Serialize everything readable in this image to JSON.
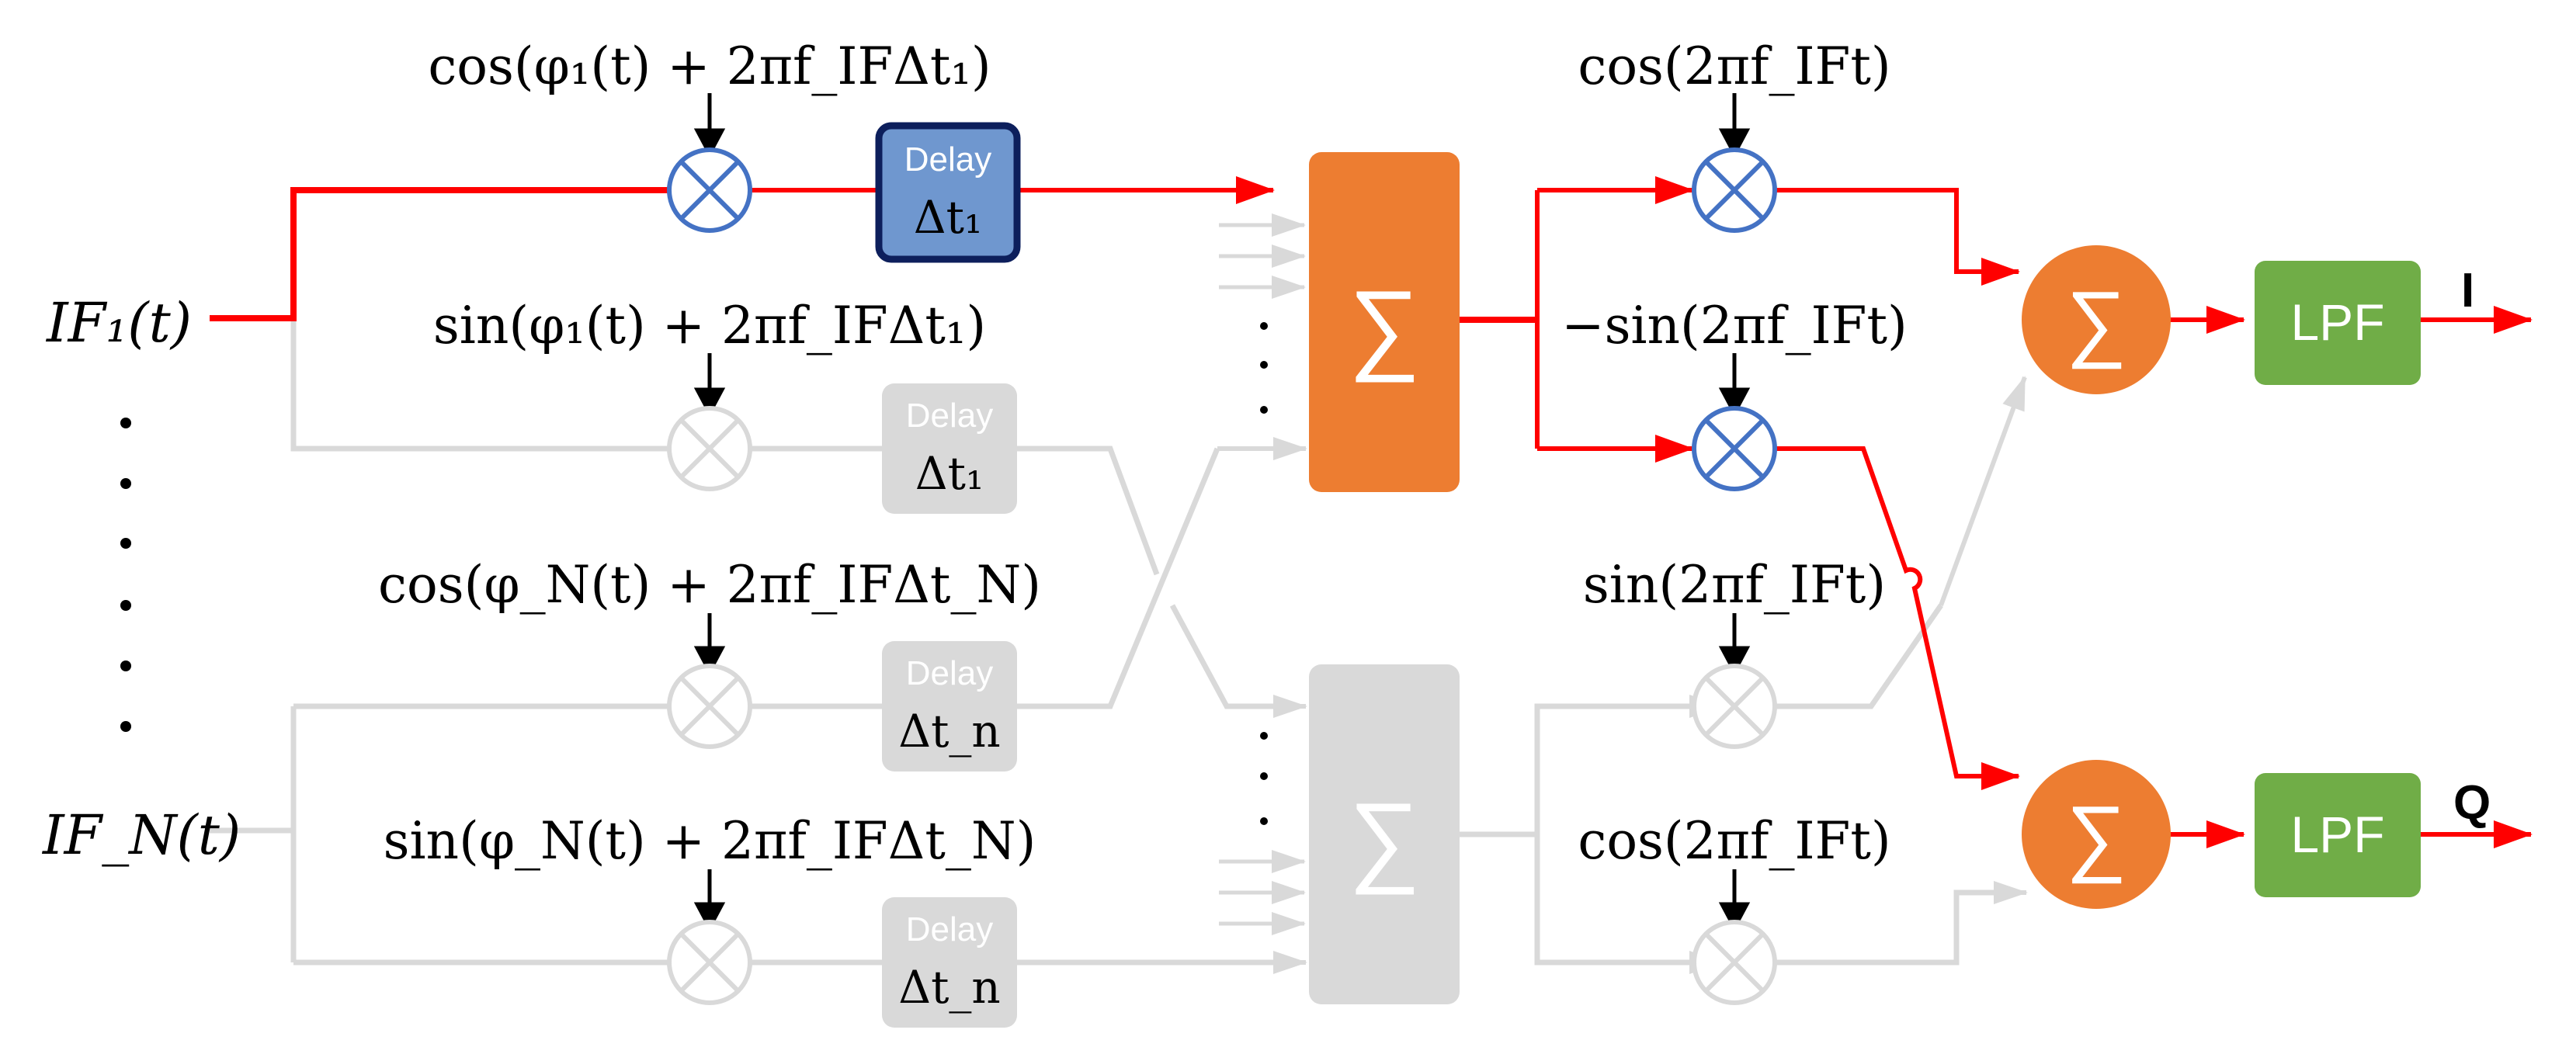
{
  "inputs": {
    "if1": "IF₁(t)",
    "ifn": "IF_N(t)"
  },
  "mixer_labels": {
    "cos1": "cos(φ₁(t) + 2πf_IFΔt₁)",
    "sin1": "sin(φ₁(t) + 2πf_IFΔt₁)",
    "cosN": "cos(φ_N(t) + 2πf_IFΔt_N)",
    "sinN": "sin(φ_N(t) + 2πf_IFΔt_N)"
  },
  "delay": {
    "title": "Delay",
    "d1": "Δt₁",
    "dn": "Δt_n"
  },
  "sum_symbol": "∑",
  "lo_labels": {
    "cos_top": "cos(2πf_IFt)",
    "neg_sin": "−sin(2πf_IFt)",
    "sin_mid": "sin(2πf_IFt)",
    "cos_bot": "cos(2πf_IFt)"
  },
  "lpf_label": "LPF",
  "outputs": {
    "i": "I",
    "q": "Q"
  },
  "colors": {
    "active_path": "#ff0000",
    "inactive_path": "#d9d9d9",
    "mixer_active": "#4472c4",
    "delay_active_fill": "#6f97cf",
    "delay_active_border": "#0d1f5c",
    "inactive_box": "#d9d9d9",
    "summer": "#ed7d31",
    "lpf": "#70ad47",
    "text": "#000000"
  }
}
